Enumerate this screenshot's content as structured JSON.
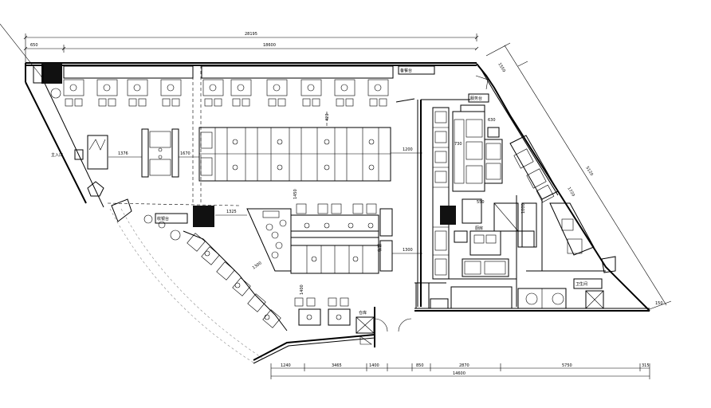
{
  "dimensions": {
    "top_overall": "28195",
    "top_left_small": "650",
    "top_main": "18600",
    "right_upper": "1550",
    "right_lower": "5120",
    "right_corner": "150",
    "bottom_segments": [
      "1240",
      "3465",
      "1400",
      "850",
      "2870",
      "5750",
      "315"
    ],
    "bottom_total": "14600",
    "inner_1376": "1376",
    "inner_1670": "1670",
    "inner_1200_upper": "1200",
    "inner_1200_lower": "1300",
    "inner_1325": "1325",
    "inner_1450": "1450",
    "inner_diag": "1300",
    "inner_1400": "1400",
    "inner_730": "730",
    "inner_550": "550",
    "inner_1000": "1000",
    "inner_630": "630",
    "inner_420": "420",
    "inner_1720": "1720"
  },
  "labels": {
    "entrance": "主入口",
    "cashier": "收银台",
    "side_label_top": "备餐台",
    "kitchen_label": "厨房",
    "washroom": "卫生间",
    "store": "仓库",
    "stall_label": "收银",
    "service": "服务台"
  }
}
